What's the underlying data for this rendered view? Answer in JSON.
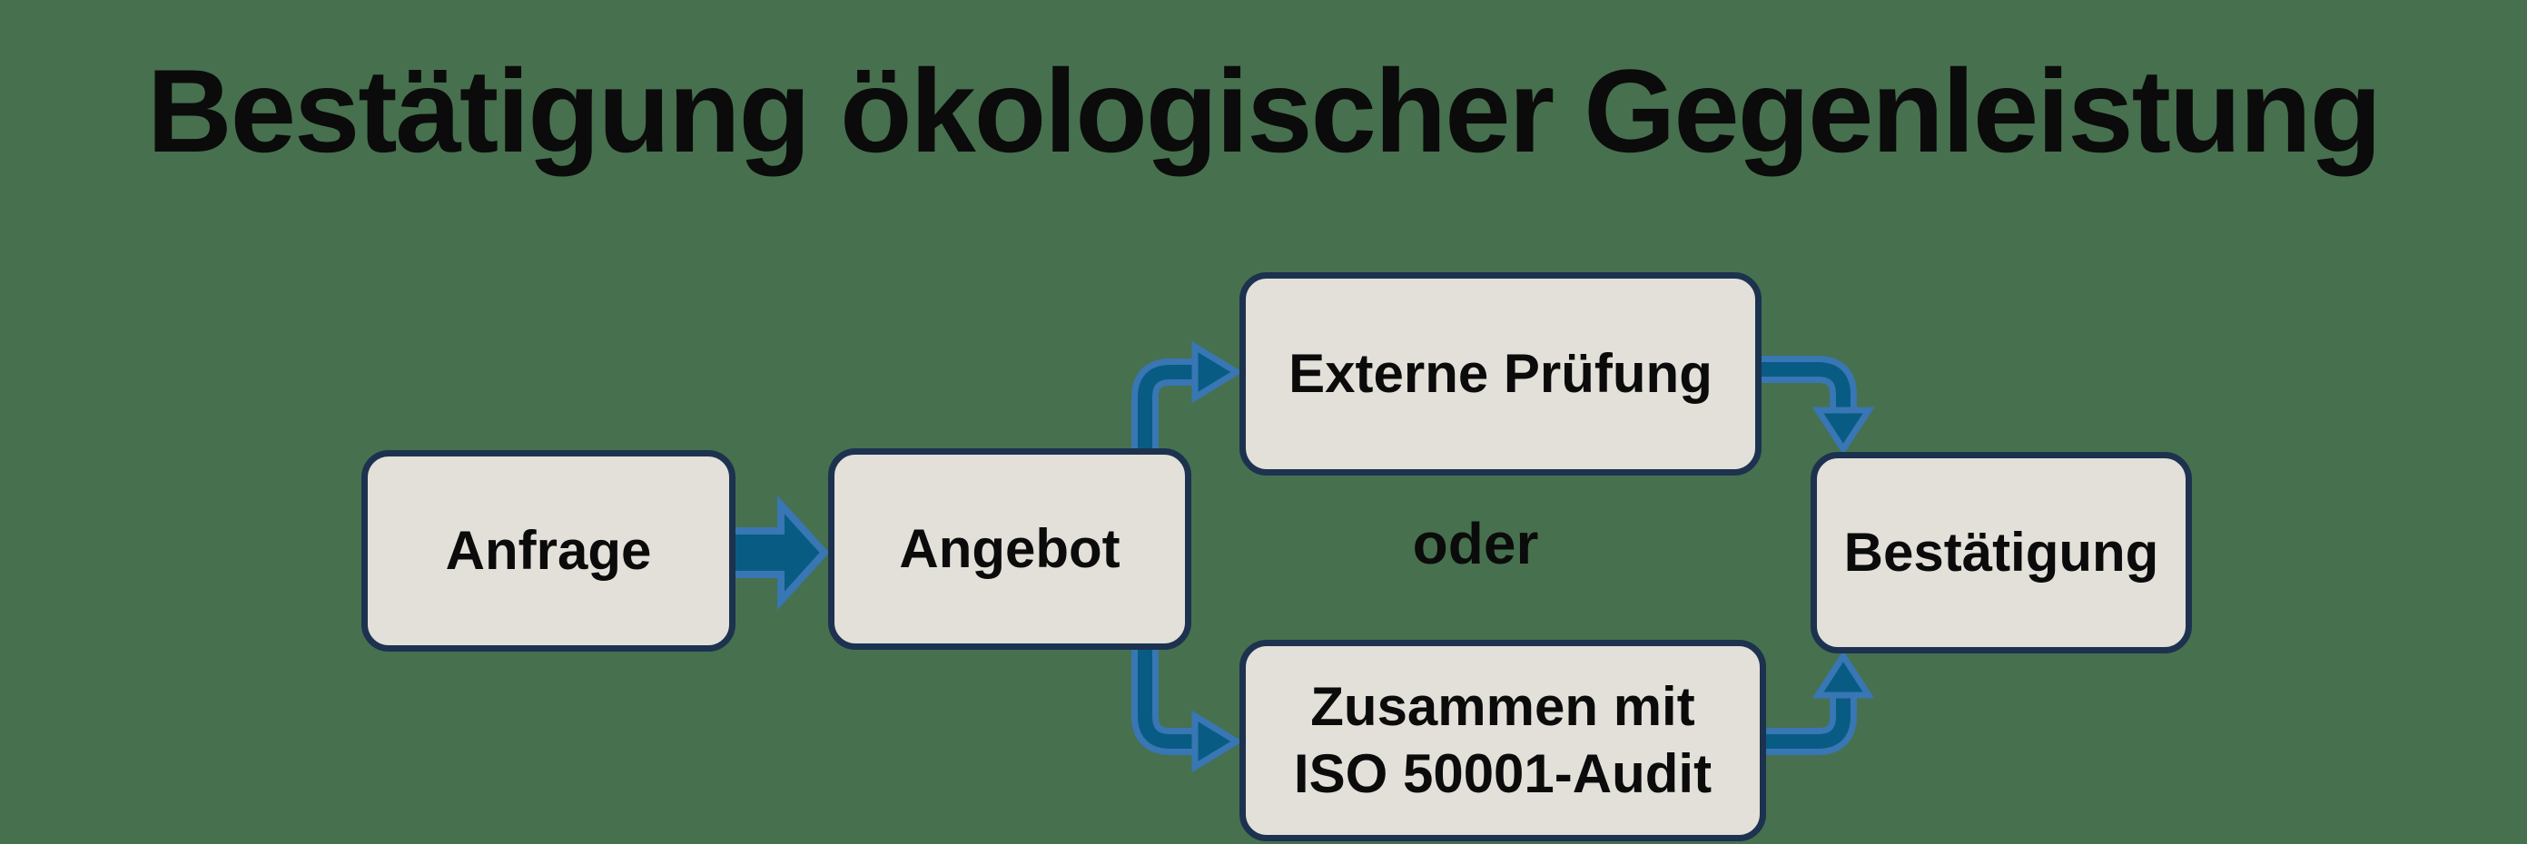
{
  "title": "Bestätigung ökologischer Gegenleistung",
  "flowchart": {
    "nodes": {
      "anfrage": {
        "label": "Anfrage"
      },
      "angebot": {
        "label": "Angebot"
      },
      "externe_pruefung": {
        "label": "Externe Prüfung"
      },
      "iso_audit": {
        "label": "Zusammen mit ISO 50001-Audit",
        "line1": "Zusammen mit",
        "line2": "ISO 50001-Audit"
      },
      "bestaetigung": {
        "label": "Bestätigung"
      }
    },
    "connector_label": "oder",
    "connections": [
      "Anfrage -> Angebot",
      "Angebot -> Externe Prüfung",
      "Angebot -> Zusammen mit ISO 50001-Audit",
      "Externe Prüfung -> Bestätigung",
      "Zusammen mit ISO 50001-Audit -> Bestätigung"
    ],
    "colors": {
      "background": "#47704E",
      "node_fill": "#E2E0D8",
      "node_border": "#1C324F",
      "arrow_fill": "#085C84",
      "arrow_outline": "#3876B4",
      "text": "#0B0B0B"
    }
  }
}
